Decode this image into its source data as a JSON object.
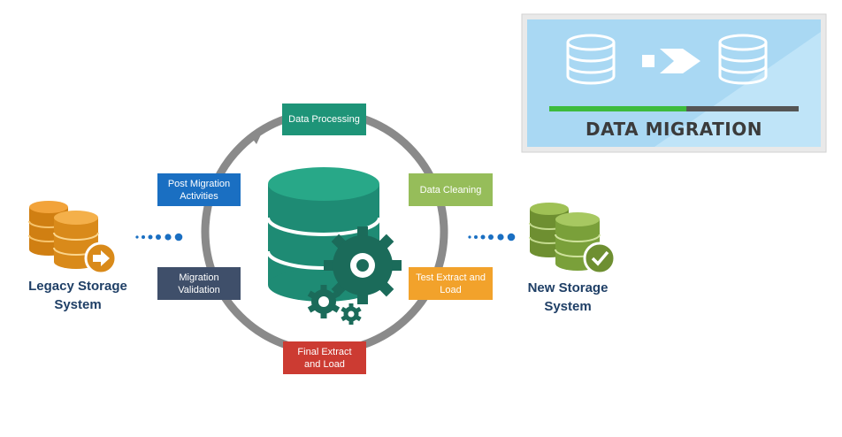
{
  "banner": {
    "title": "DATA MIGRATION",
    "progress": 0.55
  },
  "source": {
    "label_line1": "Legacy Storage",
    "label_line2": "System",
    "icon": "database-arrow-icon"
  },
  "target": {
    "label_line1": "New Storage",
    "label_line2": "System",
    "icon": "database-check-icon"
  },
  "steps": [
    {
      "label": "Data Processing",
      "color": "#1e9478"
    },
    {
      "label": "Data Cleaning",
      "color": "#96bd5a"
    },
    {
      "label_line1": "Test Extract and",
      "label_line2": "Load",
      "color": "#f2a22b"
    },
    {
      "label_line1": "Final Extract",
      "label_line2": "and Load",
      "color": "#cc3b32"
    },
    {
      "label_line1": "Migration",
      "label_line2": "Validation",
      "color": "#3f4f6a"
    },
    {
      "label_line1": "Post Migration",
      "label_line2": "Activities",
      "color": "#1a6fc2"
    }
  ],
  "colors": {
    "ring": "#8a8a8a",
    "dots": "#1a6fc2",
    "db_center": "#1e8b74",
    "gear": "#1b6b5a",
    "label_text": "#1f3f66"
  }
}
